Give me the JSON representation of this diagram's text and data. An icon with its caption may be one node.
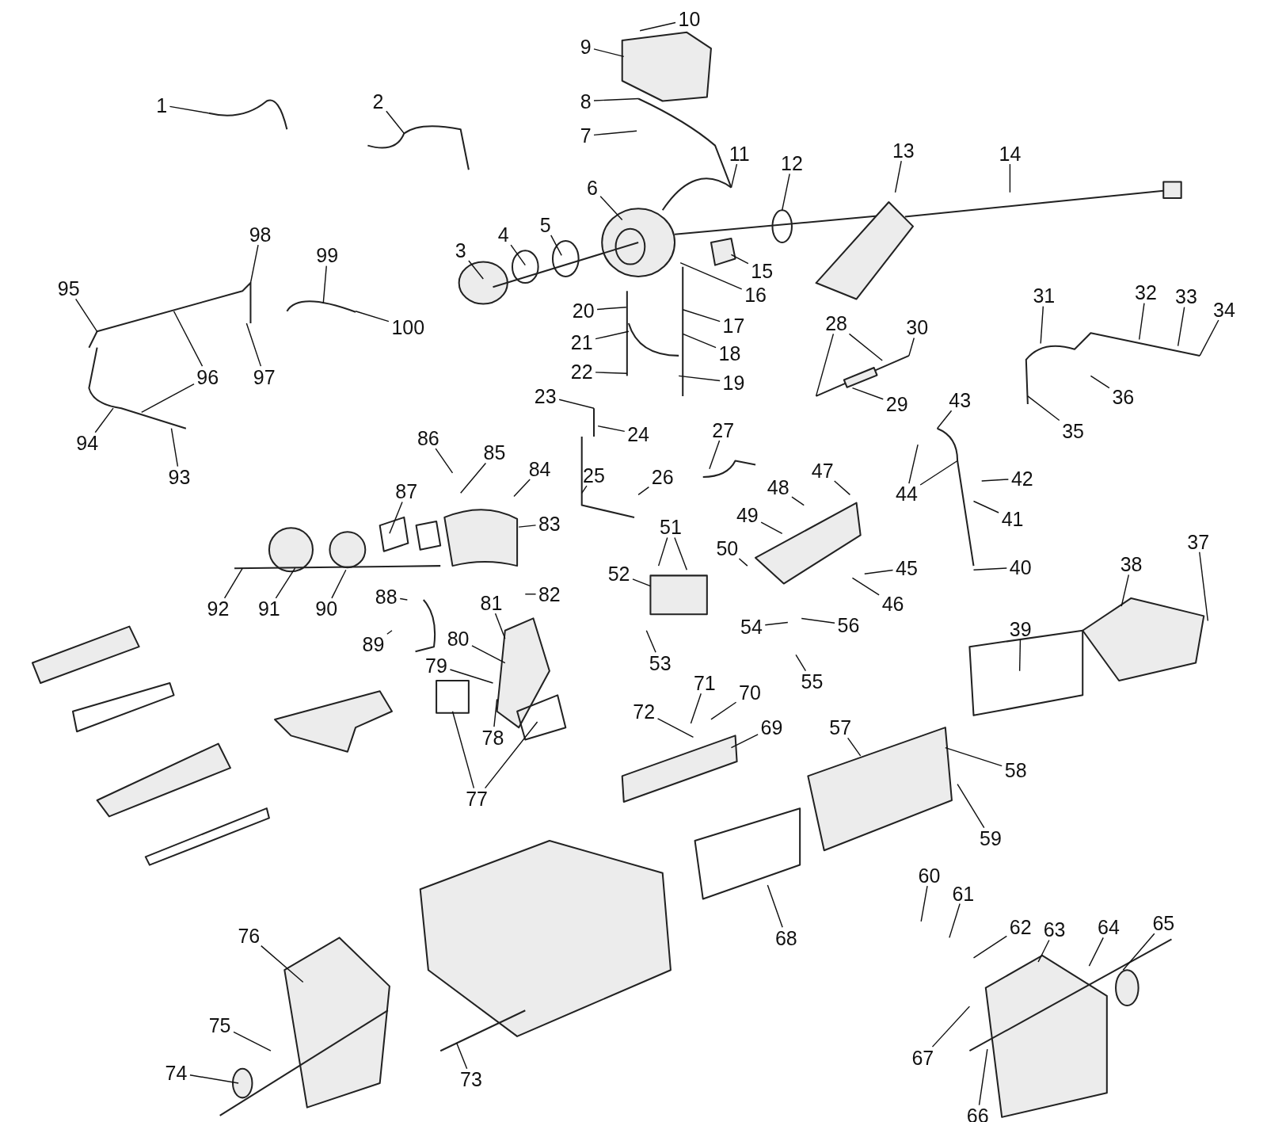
{
  "diagram": {
    "nodes": [
      {
        "text": [
          "1"
        ]
      },
      {
        "text": [
          "2"
        ]
      },
      {
        "text": [
          "3"
        ]
      },
      {
        "text": [
          "4"
        ]
      },
      {
        "text": [
          "5"
        ]
      },
      {
        "text": [
          "6"
        ]
      },
      {
        "text": [
          "7"
        ]
      },
      {
        "text": [
          "8"
        ]
      },
      {
        "text": [
          "9"
        ]
      },
      {
        "text": [
          "10"
        ]
      },
      {
        "text": [
          "11"
        ]
      },
      {
        "text": [
          "12"
        ]
      },
      {
        "text": [
          "13"
        ]
      },
      {
        "text": [
          "14"
        ]
      },
      {
        "text": [
          "15"
        ]
      },
      {
        "text": [
          "16"
        ]
      },
      {
        "text": [
          "17"
        ]
      },
      {
        "text": [
          "18"
        ]
      },
      {
        "text": [
          "19"
        ]
      },
      {
        "text": [
          "20"
        ]
      },
      {
        "text": [
          "21"
        ]
      },
      {
        "text": [
          "22"
        ]
      },
      {
        "text": [
          "23"
        ]
      },
      {
        "text": [
          "24"
        ]
      },
      {
        "text": [
          "25"
        ]
      },
      {
        "text": [
          "26"
        ]
      },
      {
        "text": [
          "27"
        ]
      },
      {
        "text": [
          "28"
        ]
      },
      {
        "text": [
          "29"
        ]
      },
      {
        "text": [
          "30"
        ]
      },
      {
        "text": [
          "31"
        ]
      },
      {
        "text": [
          "32"
        ]
      },
      {
        "text": [
          "33"
        ]
      },
      {
        "text": [
          "34"
        ]
      },
      {
        "text": [
          "35"
        ]
      },
      {
        "text": [
          "36"
        ]
      },
      {
        "text": [
          "37"
        ]
      },
      {
        "text": [
          "38"
        ]
      },
      {
        "text": [
          "39"
        ]
      },
      {
        "text": [
          "40"
        ]
      },
      {
        "text": [
          "41"
        ]
      },
      {
        "text": [
          "42"
        ]
      },
      {
        "text": [
          "43"
        ]
      },
      {
        "text": [
          "44"
        ]
      },
      {
        "text": [
          "45"
        ]
      },
      {
        "text": [
          "46"
        ]
      },
      {
        "text": [
          "47"
        ]
      },
      {
        "text": [
          "48"
        ]
      },
      {
        "text": [
          "49"
        ]
      },
      {
        "text": [
          "50"
        ]
      },
      {
        "text": [
          "51"
        ]
      },
      {
        "text": [
          "52"
        ]
      },
      {
        "text": [
          "53"
        ]
      },
      {
        "text": [
          "54"
        ]
      },
      {
        "text": [
          "55"
        ]
      },
      {
        "text": [
          "56"
        ]
      },
      {
        "text": [
          "57"
        ]
      },
      {
        "text": [
          "58"
        ]
      },
      {
        "text": [
          "59"
        ]
      },
      {
        "text": [
          "60"
        ]
      },
      {
        "text": [
          "61"
        ]
      },
      {
        "text": [
          "62"
        ]
      },
      {
        "text": [
          "63"
        ]
      },
      {
        "text": [
          "64"
        ]
      },
      {
        "text": [
          "65"
        ]
      },
      {
        "text": [
          "66"
        ]
      },
      {
        "text": [
          "67"
        ]
      },
      {
        "text": [
          "68"
        ]
      },
      {
        "text": [
          "69"
        ]
      },
      {
        "text": [
          "70"
        ]
      },
      {
        "text": [
          "71"
        ]
      },
      {
        "text": [
          "72"
        ]
      },
      {
        "text": [
          "73"
        ]
      },
      {
        "text": [
          "74"
        ]
      },
      {
        "text": [
          "75"
        ]
      },
      {
        "text": [
          "76"
        ]
      },
      {
        "text": [
          "77"
        ]
      },
      {
        "text": [
          "78"
        ]
      },
      {
        "text": [
          "79"
        ]
      },
      {
        "text": [
          "80"
        ]
      },
      {
        "text": [
          "81"
        ]
      },
      {
        "text": [
          "82"
        ]
      },
      {
        "text": [
          "83"
        ]
      },
      {
        "text": [
          "84"
        ]
      },
      {
        "text": [
          "85"
        ]
      },
      {
        "text": [
          "86"
        ]
      },
      {
        "text": [
          "87"
        ]
      },
      {
        "text": [
          "88"
        ]
      },
      {
        "text": [
          "89"
        ]
      },
      {
        "text": [
          "90"
        ]
      },
      {
        "text": [
          "91"
        ]
      },
      {
        "text": [
          "92"
        ]
      },
      {
        "text": [
          "93"
        ]
      },
      {
        "text": [
          "94"
        ]
      },
      {
        "text": [
          "95"
        ]
      },
      {
        "text": [
          "96"
        ]
      },
      {
        "text": [
          "97"
        ]
      },
      {
        "text": [
          "98"
        ]
      },
      {
        "text": [
          "99"
        ]
      },
      {
        "text": [
          "100"
        ]
      }
    ],
    "edges": [
      {
        "from": 0,
        "to": null,
        "arrow": "none"
      },
      {
        "from": 1,
        "to": null,
        "arrow": "none"
      },
      {
        "from": 2,
        "to": null,
        "arrow": "none"
      },
      {
        "from": 3,
        "to": null,
        "arrow": "none"
      },
      {
        "from": 4,
        "to": null,
        "arrow": "none"
      },
      {
        "from": 5,
        "to": null,
        "arrow": "none"
      },
      {
        "from": 6,
        "to": null,
        "arrow": "none"
      },
      {
        "from": 7,
        "to": null,
        "arrow": "none"
      },
      {
        "from": 8,
        "to": null,
        "arrow": "none"
      },
      {
        "from": 9,
        "to": null,
        "arrow": "none"
      },
      {
        "from": 10,
        "to": null,
        "arrow": "none"
      },
      {
        "from": 11,
        "to": null,
        "arrow": "none"
      },
      {
        "from": 12,
        "to": null,
        "arrow": "none"
      },
      {
        "from": 13,
        "to": null,
        "arrow": "none"
      },
      {
        "from": 14,
        "to": null,
        "arrow": "none"
      },
      {
        "from": 15,
        "to": null,
        "arrow": "none"
      },
      {
        "from": 16,
        "to": null,
        "arrow": "none"
      },
      {
        "from": 17,
        "to": null,
        "arrow": "none"
      },
      {
        "from": 18,
        "to": null,
        "arrow": "none"
      },
      {
        "from": 19,
        "to": null,
        "arrow": "none"
      },
      {
        "from": 20,
        "to": null,
        "arrow": "none"
      },
      {
        "from": 21,
        "to": null,
        "arrow": "none"
      },
      {
        "from": 22,
        "to": null,
        "arrow": "none"
      },
      {
        "from": 23,
        "to": null,
        "arrow": "none"
      },
      {
        "from": 24,
        "to": null,
        "arrow": "none"
      },
      {
        "from": 25,
        "to": null,
        "arrow": "none"
      },
      {
        "from": 26,
        "to": null,
        "arrow": "none"
      },
      {
        "from": 27,
        "to": null,
        "arrow": "none"
      },
      {
        "from": 27,
        "to": null,
        "arrow": "none"
      },
      {
        "from": 28,
        "to": null,
        "arrow": "none"
      },
      {
        "from": 29,
        "to": null,
        "arrow": "none"
      },
      {
        "from": 30,
        "to": null,
        "arrow": "none"
      },
      {
        "from": 31,
        "to": null,
        "arrow": "none"
      },
      {
        "from": 32,
        "to": null,
        "arrow": "none"
      },
      {
        "from": 33,
        "to": null,
        "arrow": "none"
      },
      {
        "from": 34,
        "to": null,
        "arrow": "none"
      },
      {
        "from": 35,
        "to": null,
        "arrow": "none"
      },
      {
        "from": 36,
        "to": null,
        "arrow": "none"
      },
      {
        "from": 37,
        "to": null,
        "arrow": "none"
      },
      {
        "from": 38,
        "to": null,
        "arrow": "none"
      },
      {
        "from": 39,
        "to": null,
        "arrow": "none"
      },
      {
        "from": 40,
        "to": null,
        "arrow": "none"
      },
      {
        "from": 41,
        "to": null,
        "arrow": "none"
      },
      {
        "from": 42,
        "to": null,
        "arrow": "none"
      },
      {
        "from": 43,
        "to": null,
        "arrow": "none"
      },
      {
        "from": 43,
        "to": null,
        "arrow": "none"
      },
      {
        "from": 44,
        "to": null,
        "arrow": "none"
      },
      {
        "from": 45,
        "to": null,
        "arrow": "none"
      },
      {
        "from": 46,
        "to": null,
        "arrow": "none"
      },
      {
        "from": 47,
        "to": null,
        "arrow": "none"
      },
      {
        "from": 48,
        "to": null,
        "arrow": "none"
      },
      {
        "from": 49,
        "to": null,
        "arrow": "none"
      },
      {
        "from": 50,
        "to": null,
        "arrow": "none"
      },
      {
        "from": 50,
        "to": null,
        "arrow": "none"
      },
      {
        "from": 51,
        "to": null,
        "arrow": "none"
      },
      {
        "from": 52,
        "to": null,
        "arrow": "none"
      },
      {
        "from": 53,
        "to": null,
        "arrow": "none"
      },
      {
        "from": 54,
        "to": null,
        "arrow": "none"
      },
      {
        "from": 55,
        "to": null,
        "arrow": "none"
      },
      {
        "from": 56,
        "to": null,
        "arrow": "none"
      },
      {
        "from": 57,
        "to": null,
        "arrow": "none"
      },
      {
        "from": 58,
        "to": null,
        "arrow": "none"
      },
      {
        "from": 59,
        "to": null,
        "arrow": "none"
      },
      {
        "from": 60,
        "to": null,
        "arrow": "none"
      },
      {
        "from": 61,
        "to": null,
        "arrow": "none"
      },
      {
        "from": 62,
        "to": null,
        "arrow": "none"
      },
      {
        "from": 63,
        "to": null,
        "arrow": "none"
      },
      {
        "from": 64,
        "to": null,
        "arrow": "none"
      },
      {
        "from": 65,
        "to": null,
        "arrow": "none"
      },
      {
        "from": 66,
        "to": null,
        "arrow": "none"
      },
      {
        "from": 67,
        "to": null,
        "arrow": "none"
      },
      {
        "from": 68,
        "to": null,
        "arrow": "none"
      },
      {
        "from": 69,
        "to": null,
        "arrow": "none"
      },
      {
        "from": 70,
        "to": null,
        "arrow": "none"
      },
      {
        "from": 71,
        "to": null,
        "arrow": "none"
      },
      {
        "from": 72,
        "to": null,
        "arrow": "none"
      },
      {
        "from": 73,
        "to": null,
        "arrow": "none"
      },
      {
        "from": 74,
        "to": null,
        "arrow": "none"
      },
      {
        "from": 75,
        "to": null,
        "arrow": "none"
      },
      {
        "from": 76,
        "to": null,
        "arrow": "none"
      },
      {
        "from": 76,
        "to": null,
        "arrow": "none"
      },
      {
        "from": 77,
        "to": null,
        "arrow": "none"
      },
      {
        "from": 78,
        "to": null,
        "arrow": "none"
      },
      {
        "from": 79,
        "to": null,
        "arrow": "none"
      },
      {
        "from": 80,
        "to": null,
        "arrow": "none"
      },
      {
        "from": 81,
        "to": null,
        "arrow": "none"
      },
      {
        "from": 82,
        "to": null,
        "arrow": "none"
      },
      {
        "from": 83,
        "to": null,
        "arrow": "none"
      },
      {
        "from": 84,
        "to": null,
        "arrow": "none"
      },
      {
        "from": 85,
        "to": null,
        "arrow": "none"
      },
      {
        "from": 86,
        "to": null,
        "arrow": "none"
      },
      {
        "from": 87,
        "to": null,
        "arrow": "none"
      },
      {
        "from": 88,
        "to": null,
        "arrow": "none"
      },
      {
        "from": 89,
        "to": null,
        "arrow": "none"
      },
      {
        "from": 90,
        "to": null,
        "arrow": "none"
      },
      {
        "from": 91,
        "to": null,
        "arrow": "none"
      },
      {
        "from": 92,
        "to": null,
        "arrow": "none"
      },
      {
        "from": 93,
        "to": null,
        "arrow": "none"
      },
      {
        "from": 94,
        "to": null,
        "arrow": "none"
      },
      {
        "from": 95,
        "to": null,
        "arrow": "none"
      },
      {
        "from": 95,
        "to": null,
        "arrow": "none"
      },
      {
        "from": 96,
        "to": null,
        "arrow": "none"
      },
      {
        "from": 97,
        "to": null,
        "arrow": "none"
      },
      {
        "from": 98,
        "to": null,
        "arrow": "none"
      },
      {
        "from": 99,
        "to": null,
        "arrow": "none"
      }
    ]
  }
}
